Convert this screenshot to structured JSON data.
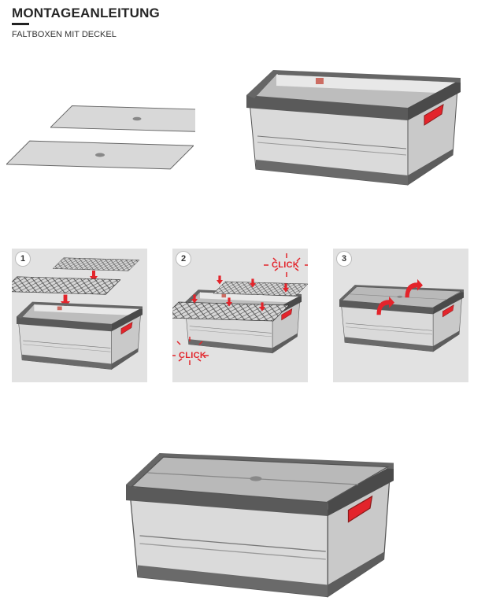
{
  "header": {
    "title": "MONTAGEANLEITUNG",
    "subtitle": "FALTBOXEN MIT DECKEL"
  },
  "steps": [
    {
      "number": "1"
    },
    {
      "number": "2",
      "labels": [
        "CLICK",
        "CLICK"
      ]
    },
    {
      "number": "3"
    }
  ],
  "colors": {
    "accent": "#e3242b",
    "panel_bg": "#e2e2e2",
    "rim": "#58595b",
    "body": "#d9d9d9"
  }
}
